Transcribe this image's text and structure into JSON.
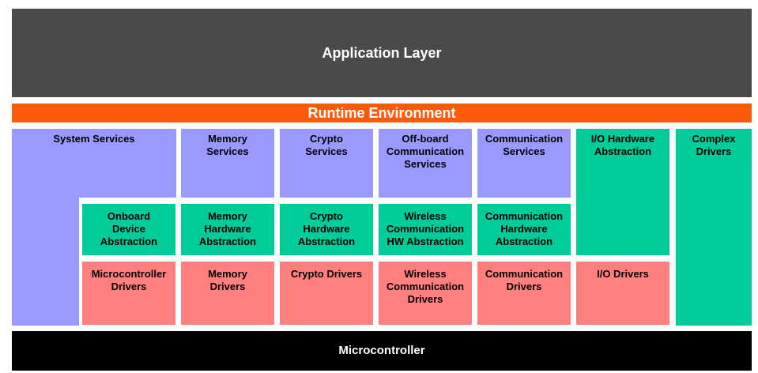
{
  "application_layer": "Application Layer",
  "runtime_environment": "Runtime Environment",
  "microcontroller": "Microcontroller",
  "services": {
    "system": "System Services",
    "memory": "Memory\nServices",
    "crypto": "Crypto\nServices",
    "offboard": "Off-board\nCommunication\nServices",
    "communication": "Communication\nServices"
  },
  "abstraction": {
    "io_hardware": "I/O Hardware\nAbstraction",
    "complex_drivers": "Complex\nDrivers",
    "onboard_device": "Onboard\nDevice\nAbstraction",
    "memory_hardware": "Memory\nHardware\nAbstraction",
    "crypto_hardware": "Crypto\nHardware\nAbstraction",
    "wireless_hw": "Wireless\nCommunication\nHW Abstraction",
    "communication_hardware": "Communication\nHardware\nAbstraction"
  },
  "drivers": {
    "microcontroller": "Microcontroller\nDrivers",
    "memory": "Memory\nDrivers",
    "crypto": "Crypto Drivers",
    "wireless": "Wireless\nCommunication\nDrivers",
    "communication": "Communication\nDrivers",
    "io": "I/O Drivers"
  },
  "colors": {
    "application": "#4a4a4a",
    "runtime": "#ff5a0a",
    "services": "#9999ff",
    "abstraction": "#00cc99",
    "drivers": "#ff7f7f",
    "microcontroller": "#000000"
  }
}
